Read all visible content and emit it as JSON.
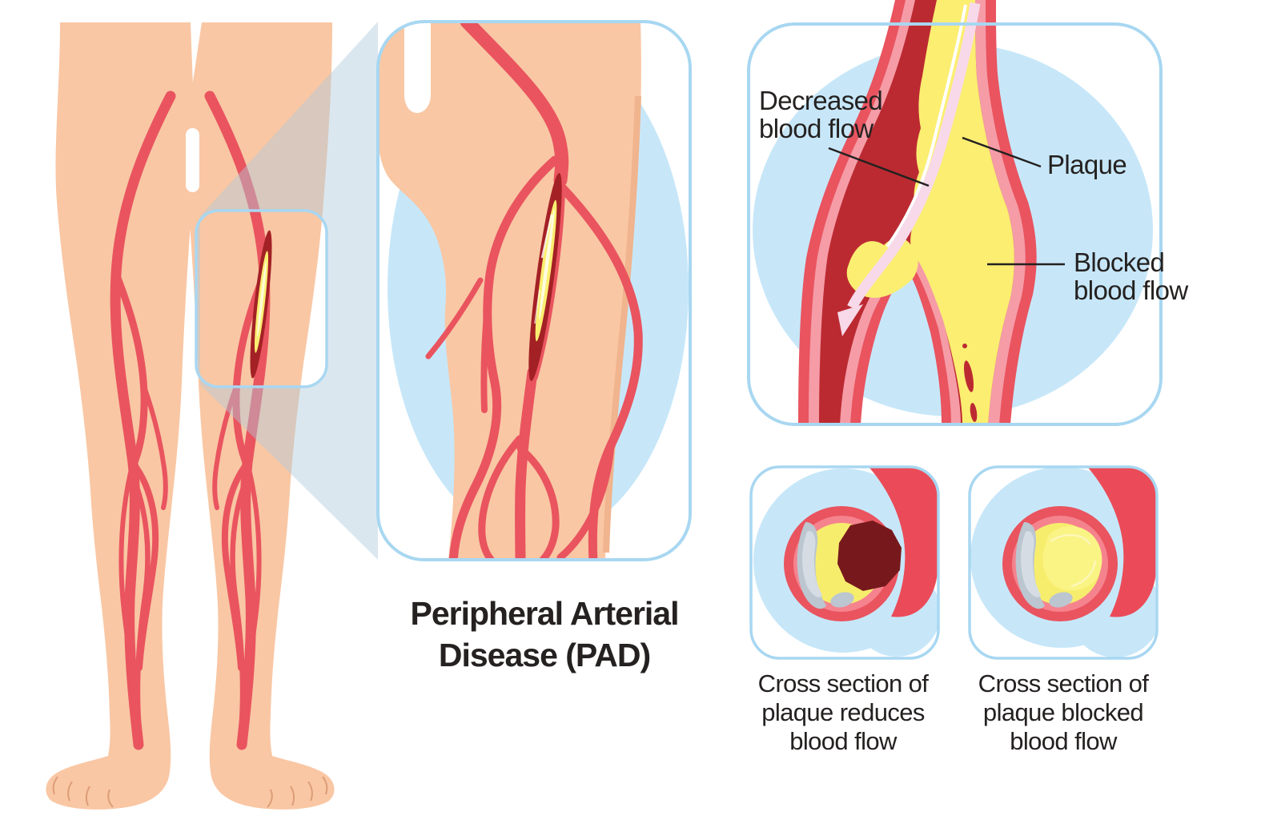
{
  "title": {
    "line1": "Peripheral Arterial",
    "line2": "Disease (PAD)"
  },
  "bifurcation_panel": {
    "labels": {
      "decreased_line1": "Decreased",
      "decreased_line2": "blood flow",
      "plaque": "Plaque",
      "blocked_line1": "Blocked",
      "blocked_line2": "blood flow"
    }
  },
  "cross_sections": {
    "reduced": {
      "caption_line1": "Cross section of",
      "caption_line2": "plaque reduces",
      "caption_line3": "blood flow"
    },
    "blocked": {
      "caption_line1": "Cross section of",
      "caption_line2": "plaque blocked",
      "caption_line3": "blood flow"
    }
  },
  "colors": {
    "skin": "#F9C7A4",
    "skin_shade": "#F0B48E",
    "artery": "#E9545F",
    "blood_dark": "#BC2A31",
    "plaque_dark": "#A32125",
    "yellow": "#FBEE71",
    "yellow_pale": "#FDF6A3",
    "lining": "#F59CA7",
    "panel_border": "#A8D7F1",
    "panel_blue": "#C7E7F9",
    "maroon": "#77191C",
    "lipid": "#BBC6D0",
    "lipid_light": "#D5DCE3",
    "flow_pink": "#F7D9E9",
    "tube_red": "#EB4B58",
    "ring_mid": "#F5838E",
    "cross_yellow": "#F7ED6D",
    "pale_blob": "#FAF485",
    "beam": "#AFC9DC",
    "ink": "#242120",
    "toe_line": "#DD9D77"
  }
}
